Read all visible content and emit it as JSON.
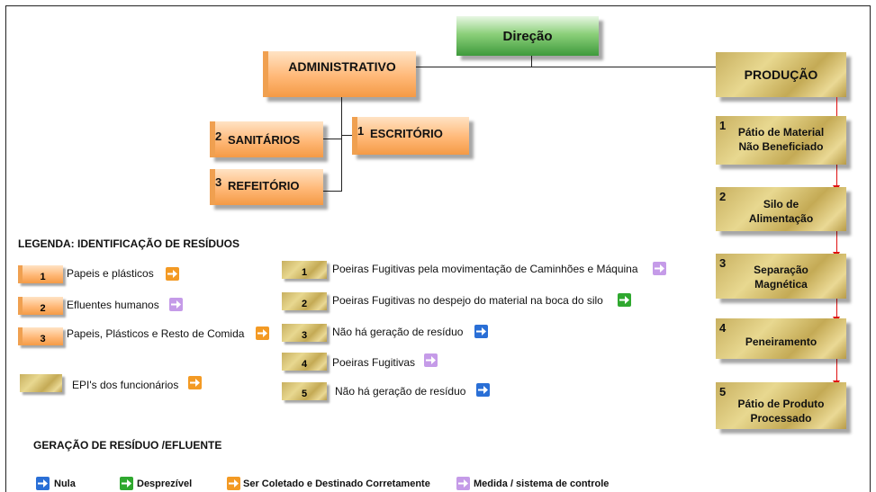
{
  "org": {
    "direcao": "Direção",
    "administrativo": "ADMINISTRATIVO",
    "producao": "PRODUÇÃO",
    "admin_units": [
      {
        "num": "1",
        "label": "ESCRITÓRIO"
      },
      {
        "num": "2",
        "label": "SANITÁRIOS"
      },
      {
        "num": "3",
        "label": "REFEITÓRIO"
      }
    ],
    "prod_steps": [
      {
        "num": "1",
        "line1": "Pátio de Material",
        "line2": "Não Beneficiado"
      },
      {
        "num": "2",
        "line1": "Silo de",
        "line2": "Alimentação"
      },
      {
        "num": "3",
        "line1": "Separação",
        "line2": "Magnética"
      },
      {
        "num": "4",
        "line1": "Peneiramento",
        "line2": ""
      },
      {
        "num": "5",
        "line1": "Pátio de Produto",
        "line2": "Processado"
      }
    ]
  },
  "legend": {
    "title": "LEGENDA: IDENTIFICAÇÃO DE RESÍDUOS",
    "admin_items": [
      {
        "num": "1",
        "text": "Papeis e plásticos",
        "arrow": "orange"
      },
      {
        "num": "2",
        "text": "Efluentes humanos",
        "arrow": "purple"
      },
      {
        "num": "3",
        "text": "Papeis, Plásticos e Resto de Comida",
        "arrow": "orange"
      }
    ],
    "epi": {
      "text": "EPI's dos funcionários",
      "arrow": "orange"
    },
    "prod_items": [
      {
        "num": "1",
        "text": "Poeiras Fugitivas pela movimentação de Caminhões e Máquina",
        "arrow": "purple"
      },
      {
        "num": "2",
        "text": "Poeiras Fugitivas no despejo do material na boca do silo",
        "arrow": "green"
      },
      {
        "num": "3",
        "text": "Não há geração de resíduo",
        "arrow": "blue"
      },
      {
        "num": "4",
        "text": "Poeiras Fugitivas",
        "arrow": "purple"
      },
      {
        "num": "5",
        "text": "Não há geração de resíduo",
        "arrow": "blue"
      }
    ]
  },
  "generation": {
    "title": "GERAÇÃO DE RESÍDUO /EFLUENTE",
    "items": [
      {
        "text": "Nula",
        "arrow": "blue"
      },
      {
        "text": "Desprezível",
        "arrow": "green"
      },
      {
        "text": "Ser Coletado e Destinado Corretamente",
        "arrow": "orange"
      },
      {
        "text": "Medida / sistema de controle",
        "arrow": "purple"
      }
    ]
  },
  "colors": {
    "blue": "#2a6fd6",
    "green": "#2fa82f",
    "orange": "#f39a24",
    "purple": "#c59be8",
    "flow_arrow": "#e01010"
  }
}
